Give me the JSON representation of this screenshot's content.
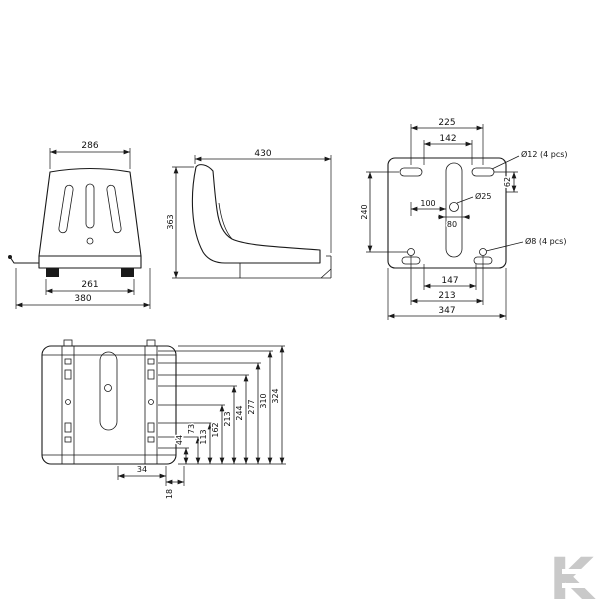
{
  "watermark": {
    "letter": "K"
  },
  "front_view": {
    "top_width": "286",
    "inner_width": "261",
    "base_width": "380"
  },
  "side_view": {
    "depth": "430",
    "height": "363"
  },
  "plate_view": {
    "top_outer_spacing": "225",
    "top_inner_spacing": "142",
    "top_hole_label": "Ø12 (4 pcs)",
    "right_offset": "62",
    "height_spacing": "240",
    "slot_offset": "100",
    "slot_width": "80",
    "center_hole_label": "Ø25",
    "bottom_hole_label": "Ø8 (4 pcs)",
    "bottom_inner_spacing": "147",
    "bottom_mid_spacing": "213",
    "bottom_outer_spacing": "347"
  },
  "rail_view": {
    "vertical_dims": [
      "44",
      "73",
      "113",
      "162",
      "213",
      "244",
      "277",
      "310",
      "324"
    ],
    "offset_dim": "34",
    "offset_small_dim": "18"
  }
}
